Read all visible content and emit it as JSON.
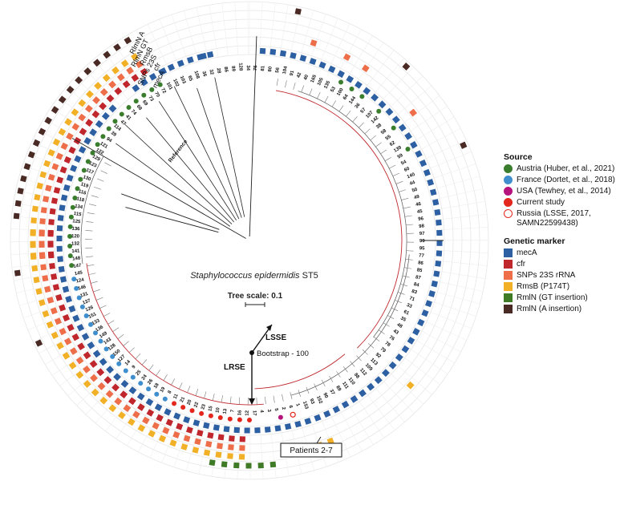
{
  "title": {
    "italic": "Staphylococcus epidermidis",
    "rest": " ST5"
  },
  "scale": {
    "label": "Tree scale: 0.1"
  },
  "lsse": "LSSE",
  "lrse": "LRSE",
  "bootstrap": "Bootstrap - 100",
  "patients": "Patients 2-7",
  "reference": "Reference",
  "ring_labels": [
    "mecA",
    "cfr",
    "SNPs 23S",
    "RmsB",
    "RlmN GT",
    "RlmN A"
  ],
  "legend": {
    "source_title": "Source",
    "sources": [
      {
        "label": "Austria (Huber, et al., 2021)",
        "color": "#3a7d2c",
        "hollow": false
      },
      {
        "label": "France (Dortet, et al., 2018)",
        "color": "#3f8fcf",
        "hollow": false
      },
      {
        "label": "USA (Tewhey, et al., 2014)",
        "color": "#b5127e",
        "hollow": false
      },
      {
        "label": "Current study",
        "color": "#e3271d",
        "hollow": false
      },
      {
        "label": "Russia (LSSE, 2017, SAMN22599438)",
        "color": "#e3271d",
        "hollow": true
      }
    ],
    "marker_title": "Genetic marker",
    "markers": [
      {
        "label": "mecA",
        "color": "#2d5fa3"
      },
      {
        "label": "cfr",
        "color": "#c0272d"
      },
      {
        "label": "SNPs 23S rRNA",
        "color": "#ee6e4a"
      },
      {
        "label": "RmsB (P174T)",
        "color": "#f2b026"
      },
      {
        "label": "RmlN (GT insertion)",
        "color": "#3f7a26"
      },
      {
        "label": "RmlN (A insertion)",
        "color": "#4a2a24"
      }
    ]
  },
  "colors": {
    "mecA": "#2d5fa3",
    "cfr": "#c0272d",
    "snp": "#ee6e4a",
    "rmsb": "#f2b026",
    "rlmn_gt": "#3f7a26",
    "rlmn_a": "#4a2a24",
    "austria": "#3a7d2c",
    "france": "#3f8fcf",
    "usa": "#b5127e",
    "current": "#e3271d",
    "branch": "#8b8b8b",
    "red_branch": "#c0272d"
  },
  "tips": [
    {
      "label": "75"
    },
    {
      "label": "81"
    },
    {
      "label": "80"
    },
    {
      "label": "56"
    },
    {
      "label": "104"
    },
    {
      "label": "91"
    },
    {
      "label": "42"
    },
    {
      "label": "40"
    },
    {
      "label": "165"
    },
    {
      "label": "105"
    },
    {
      "label": "135"
    },
    {
      "label": "53"
    },
    {
      "label": "100"
    },
    {
      "label": "64"
    },
    {
      "label": "144"
    },
    {
      "label": "36"
    },
    {
      "label": "57"
    },
    {
      "label": "107"
    },
    {
      "label": "142"
    },
    {
      "label": "38"
    },
    {
      "label": "58"
    },
    {
      "label": "55"
    },
    {
      "label": "62"
    },
    {
      "label": "139"
    },
    {
      "label": "59"
    },
    {
      "label": "54"
    },
    {
      "label": "60"
    },
    {
      "label": "140"
    },
    {
      "label": "44"
    },
    {
      "label": "50"
    },
    {
      "label": "49"
    },
    {
      "label": "46"
    },
    {
      "label": "45"
    },
    {
      "label": "96"
    },
    {
      "label": "98"
    },
    {
      "label": "97"
    },
    {
      "label": "99"
    },
    {
      "label": "95"
    },
    {
      "label": "77"
    },
    {
      "label": "86"
    },
    {
      "label": "85"
    },
    {
      "label": "87"
    },
    {
      "label": "84"
    },
    {
      "label": "83"
    },
    {
      "label": "71"
    },
    {
      "label": "33"
    },
    {
      "label": "61"
    },
    {
      "label": "35"
    },
    {
      "label": "48"
    },
    {
      "label": "43"
    },
    {
      "label": "76"
    },
    {
      "label": "78"
    },
    {
      "label": "79"
    },
    {
      "label": "92"
    },
    {
      "label": "113"
    },
    {
      "label": "109"
    },
    {
      "label": "112"
    },
    {
      "label": "88"
    },
    {
      "label": "110"
    },
    {
      "label": "111"
    },
    {
      "label": "89"
    },
    {
      "label": "37"
    },
    {
      "label": "90"
    },
    {
      "label": "152"
    },
    {
      "label": "93"
    },
    {
      "label": "153"
    },
    {
      "label": "1"
    },
    {
      "label": "6"
    },
    {
      "label": "2"
    },
    {
      "label": "5"
    },
    {
      "label": "3"
    },
    {
      "label": "4"
    },
    {
      "label": "17"
    },
    {
      "label": "12"
    },
    {
      "label": "16"
    },
    {
      "label": "7"
    },
    {
      "label": "13"
    },
    {
      "label": "10"
    },
    {
      "label": "15"
    },
    {
      "label": "23"
    },
    {
      "label": "22"
    },
    {
      "label": "20"
    },
    {
      "label": "21"
    },
    {
      "label": "11"
    },
    {
      "label": "8"
    },
    {
      "label": "19"
    },
    {
      "label": "18"
    },
    {
      "label": "26"
    },
    {
      "label": "24"
    },
    {
      "label": "25"
    },
    {
      "label": "9"
    },
    {
      "label": "14"
    },
    {
      "label": "127"
    },
    {
      "label": "150"
    },
    {
      "label": "128"
    },
    {
      "label": "143"
    },
    {
      "label": "149"
    },
    {
      "label": "136"
    },
    {
      "label": "133"
    },
    {
      "label": "151"
    },
    {
      "label": "126"
    },
    {
      "label": "137"
    },
    {
      "label": "131"
    },
    {
      "label": "146"
    },
    {
      "label": "124"
    },
    {
      "label": "145"
    },
    {
      "label": "147"
    },
    {
      "label": "148"
    },
    {
      "label": "141"
    },
    {
      "label": "132"
    },
    {
      "label": "120"
    },
    {
      "label": "136"
    },
    {
      "label": "125"
    },
    {
      "label": "115"
    },
    {
      "label": "134"
    },
    {
      "label": "118"
    },
    {
      "label": "116"
    },
    {
      "label": "119"
    },
    {
      "label": "130"
    },
    {
      "label": "117"
    },
    {
      "label": "123"
    },
    {
      "label": "129"
    },
    {
      "label": "122"
    },
    {
      "label": "121"
    },
    {
      "label": "94"
    },
    {
      "label": "39"
    },
    {
      "label": "114"
    },
    {
      "label": "47"
    },
    {
      "label": "41"
    },
    {
      "label": "74"
    },
    {
      "label": "68"
    },
    {
      "label": "69"
    },
    {
      "label": "73"
    },
    {
      "label": "70"
    },
    {
      "label": "72"
    },
    {
      "label": "101"
    },
    {
      "label": "102"
    },
    {
      "label": "103"
    },
    {
      "label": "65"
    },
    {
      "label": "108"
    },
    {
      "label": "36"
    },
    {
      "label": "32"
    },
    {
      "label": "28"
    },
    {
      "label": "86"
    },
    {
      "label": "89"
    },
    {
      "label": "128"
    },
    {
      "label": "34"
    }
  ]
}
